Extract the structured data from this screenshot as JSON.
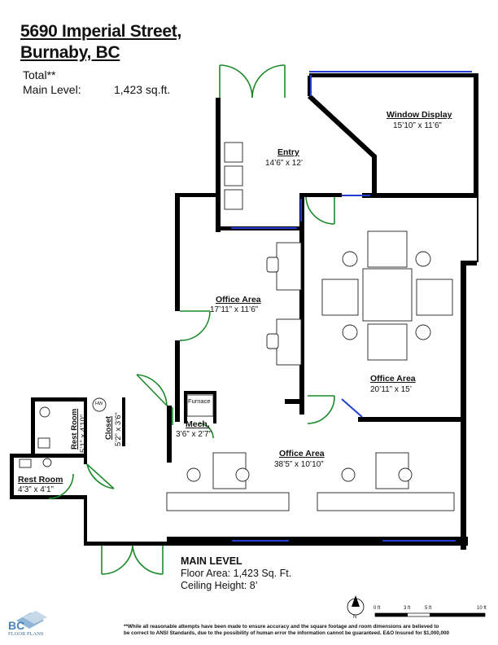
{
  "header": {
    "address_line1": "5690 Imperial Street,",
    "address_line2": "Burnaby, BC",
    "total_label": "Total**",
    "main_level_label": "Main Level:",
    "main_level_area": "1,423 sq.ft."
  },
  "rooms": {
    "window_display": {
      "name": "Window Display",
      "dims": "15’10” x 11’6”"
    },
    "entry": {
      "name": "Entry",
      "dims": "14’6” x 12’"
    },
    "office_area_1": {
      "name": "Office Area",
      "dims": "17’11” x 11’6”"
    },
    "office_area_2": {
      "name": "Office Area",
      "dims": "20’11” x 15’"
    },
    "office_area_3": {
      "name": "Office Area",
      "dims": "38’5” x 10’10”"
    },
    "rest_room_1": {
      "name": "Rest Room",
      "dims": "5’1” x 4’10”"
    },
    "closet": {
      "name": "Closet",
      "dims": "5’2” x 3’6”"
    },
    "rest_room_2": {
      "name": "Rest Room",
      "dims": "4’3” x 4’1”"
    },
    "mech": {
      "name": "Mech.",
      "dims": "3’6” x 2’7”"
    },
    "furnace": "Furnace",
    "hw": "HW"
  },
  "level_info": {
    "title": "MAIN LEVEL",
    "floor_area": "Floor Area: 1,423 Sq. Ft.",
    "ceiling_height": "Ceiling Height: 8’"
  },
  "scale": {
    "ticks": [
      "0 ft",
      "3 ft",
      "5 ft",
      "10 ft"
    ],
    "north": "N"
  },
  "disclaimer": {
    "line1": "**While all reasonable attempts have been made to ensure accuracy and the square footage and room dimensions are believed to",
    "line2": "be correct to ANSI Standards, due to the possibility of human error the information cannot be guaranteed. E&O Insured for $1,000,000"
  },
  "logo": {
    "line1": "BC",
    "line2": "FLOOR PLANS"
  }
}
